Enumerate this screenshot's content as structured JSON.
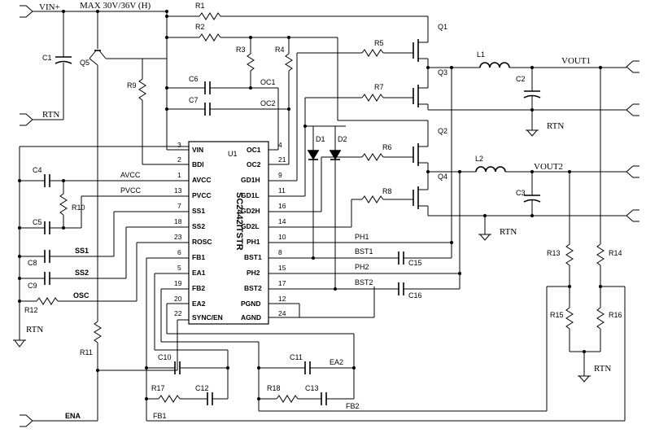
{
  "ports": {
    "vin": "VIN+",
    "vin_rating": "MAX 30V/36V (H)",
    "rtn_top": "RTN",
    "rtn_left": "RTN",
    "ena": "ENA",
    "vout1": "VOUT1",
    "vout2": "VOUT2",
    "rtn_q3": "RTN",
    "rtn_q4": "RTN",
    "rtn_bottom": "RTN"
  },
  "ic": {
    "name": "SC2442ITSTR",
    "ref": "U1",
    "left_pins": [
      {
        "num": "3",
        "name": "VIN"
      },
      {
        "num": "2",
        "name": "BDI"
      },
      {
        "num": "1",
        "name": "AVCC"
      },
      {
        "num": "13",
        "name": "PVCC"
      },
      {
        "num": "7",
        "name": "SS1"
      },
      {
        "num": "18",
        "name": "SS2"
      },
      {
        "num": "23",
        "name": "ROSC"
      },
      {
        "num": "6",
        "name": "FB1"
      },
      {
        "num": "5",
        "name": "EA1"
      },
      {
        "num": "19",
        "name": "FB2"
      },
      {
        "num": "20",
        "name": "EA2"
      },
      {
        "num": "22",
        "name": "SYNC/EN"
      }
    ],
    "right_pins": [
      {
        "num": "4",
        "name": "OC1"
      },
      {
        "num": "21",
        "name": "OC2"
      },
      {
        "num": "9",
        "name": "GD1H"
      },
      {
        "num": "11",
        "name": "GD1L"
      },
      {
        "num": "16",
        "name": "GD2H"
      },
      {
        "num": "14",
        "name": "GD2L"
      },
      {
        "num": "10",
        "name": "PH1"
      },
      {
        "num": "8",
        "name": "BST1"
      },
      {
        "num": "15",
        "name": "PH2"
      },
      {
        "num": "17",
        "name": "BST2"
      },
      {
        "num": "12",
        "name": "PGND"
      },
      {
        "num": "24",
        "name": "AGND"
      }
    ]
  },
  "components": {
    "r1": "R1",
    "r2": "R2",
    "r3": "R3",
    "r4": "R4",
    "r5": "R5",
    "r6": "R6",
    "r7": "R7",
    "r8": "R8",
    "r9": "R9",
    "r10": "R10",
    "r11": "R11",
    "r12": "R12",
    "r13": "R13",
    "r14": "R14",
    "r15": "R15",
    "r16": "R16",
    "r17": "R17",
    "r18": "R18",
    "c1": "C1",
    "c2": "C2",
    "c3": "C3",
    "c4": "C4",
    "c5": "C5",
    "c6": "C6",
    "c7": "C7",
    "c8": "C8",
    "c9": "C9",
    "c10": "C10",
    "c11": "C11",
    "c12": "C12",
    "c13": "C13",
    "c15": "C15",
    "c16": "C16",
    "q1": "Q1",
    "q2": "Q2",
    "q3": "Q3",
    "q4": "Q4",
    "q5": "Q5",
    "l1": "L1",
    "l2": "L2",
    "d1": "D1",
    "d2": "D2"
  },
  "nets": {
    "oc1": "OC1",
    "oc2": "OC2",
    "avcc": "AVCC",
    "pvcc": "PVCC",
    "ss1": "SS1",
    "ss2": "SS2",
    "osc": "OSC",
    "ph1": "PH1",
    "bst1": "BST1",
    "ph2": "PH2",
    "bst2": "BST2",
    "ea2": "EA2",
    "fb1": "FB1",
    "fb2": "FB2"
  }
}
